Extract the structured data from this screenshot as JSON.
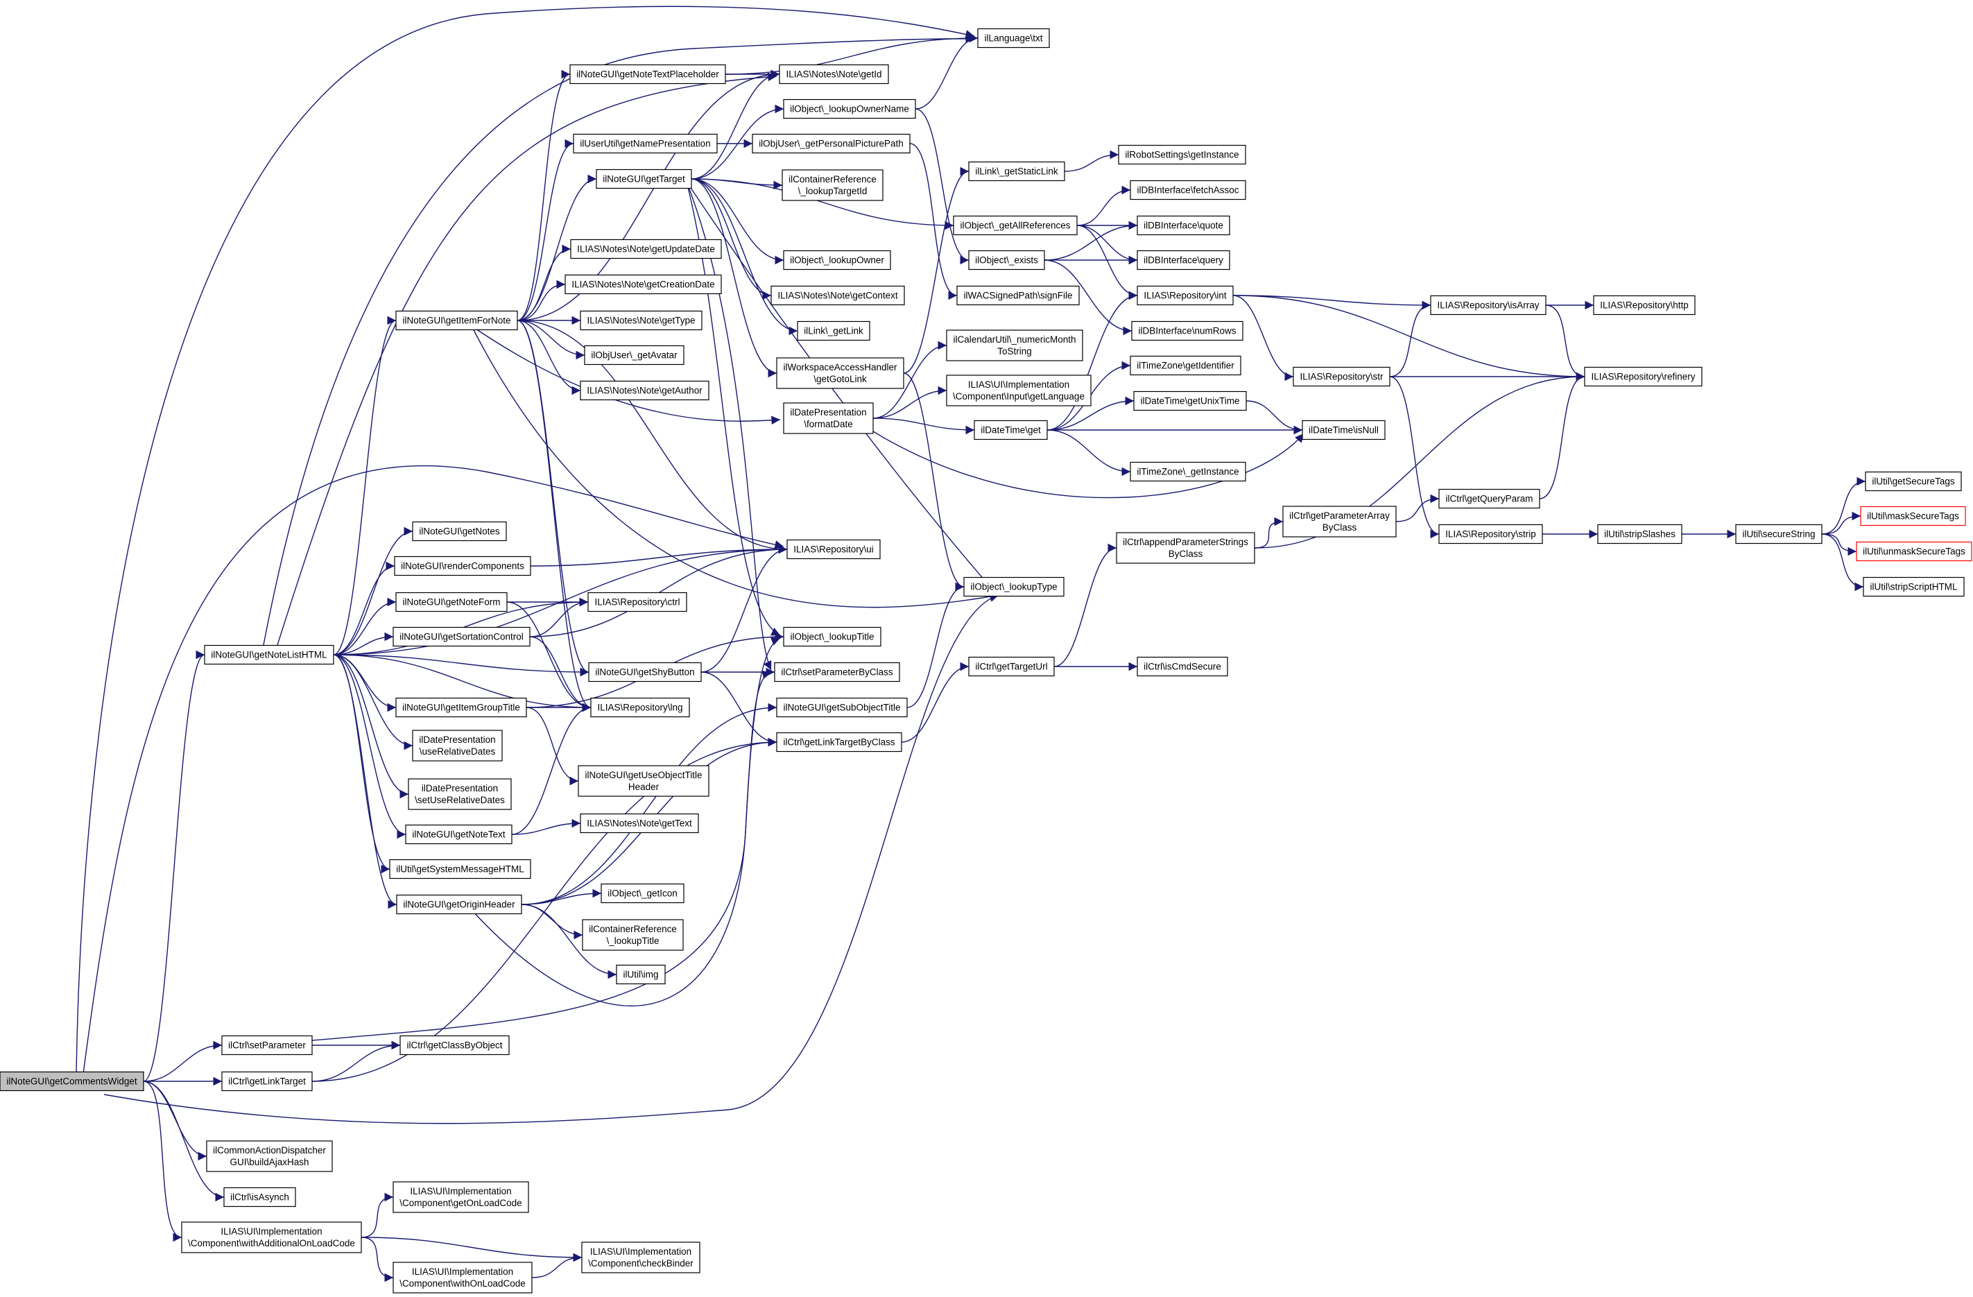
{
  "colors": {
    "edge": "#191970",
    "node_border": "#000000",
    "root_fill": "#bfbfbf",
    "truncated_border": "#ff0000",
    "background": "#ffffff"
  },
  "nodes": [
    {
      "id": "root",
      "lines": [
        "ilNoteGUI\\getCommentsWidget"
      ],
      "kind": "root"
    },
    {
      "id": "getNoteListHTML",
      "lines": [
        "ilNoteGUI\\getNoteListHTML"
      ]
    },
    {
      "id": "ctrlSetParameter",
      "lines": [
        "ilCtrl\\setParameter"
      ]
    },
    {
      "id": "ctrlGetLinkTarget",
      "lines": [
        "ilCtrl\\getLinkTarget"
      ]
    },
    {
      "id": "buildAjaxHash",
      "lines": [
        "ilCommonActionDispatcher",
        "GUI\\buildAjaxHash"
      ]
    },
    {
      "id": "isAsynch",
      "lines": [
        "ilCtrl\\isAsynch"
      ]
    },
    {
      "id": "withAdditionalOnLoadCode",
      "lines": [
        "ILIAS\\UI\\Implementation",
        "\\Component\\withAdditionalOnLoadCode"
      ]
    },
    {
      "id": "getOnLoadCode",
      "lines": [
        "ILIAS\\UI\\Implementation",
        "\\Component\\getOnLoadCode"
      ]
    },
    {
      "id": "withOnLoadCode",
      "lines": [
        "ILIAS\\UI\\Implementation",
        "\\Component\\withOnLoadCode"
      ]
    },
    {
      "id": "checkBinder",
      "lines": [
        "ILIAS\\UI\\Implementation",
        "\\Component\\checkBinder"
      ]
    },
    {
      "id": "getClassByObject",
      "lines": [
        "ilCtrl\\getClassByObject"
      ]
    },
    {
      "id": "getItemForNote",
      "lines": [
        "ilNoteGUI\\getItemForNote"
      ]
    },
    {
      "id": "getNotes",
      "lines": [
        "ilNoteGUI\\getNotes"
      ]
    },
    {
      "id": "renderComponents",
      "lines": [
        "ilNoteGUI\\renderComponents"
      ]
    },
    {
      "id": "getNoteForm",
      "lines": [
        "ilNoteGUI\\getNoteForm"
      ]
    },
    {
      "id": "getSortationControl",
      "lines": [
        "ilNoteGUI\\getSortationControl"
      ]
    },
    {
      "id": "getItemGroupTitle",
      "lines": [
        "ilNoteGUI\\getItemGroupTitle"
      ]
    },
    {
      "id": "useRelativeDates",
      "lines": [
        "ilDatePresentation",
        "\\useRelativeDates"
      ]
    },
    {
      "id": "setUseRelativeDates",
      "lines": [
        "ilDatePresentation",
        "\\setUseRelativeDates"
      ]
    },
    {
      "id": "getNoteText",
      "lines": [
        "ilNoteGUI\\getNoteText"
      ]
    },
    {
      "id": "getSystemMessageHTML",
      "lines": [
        "ilUtil\\getSystemMessageHTML"
      ]
    },
    {
      "id": "getOriginHeader",
      "lines": [
        "ilNoteGUI\\getOriginHeader"
      ]
    },
    {
      "id": "getNoteTextPlaceholder",
      "lines": [
        "ilNoteGUI\\getNoteTextPlaceholder"
      ]
    },
    {
      "id": "getNamePresentation",
      "lines": [
        "ilUserUtil\\getNamePresentation"
      ]
    },
    {
      "id": "getTarget",
      "lines": [
        "ilNoteGUI\\getTarget"
      ]
    },
    {
      "id": "noteGetUpdateDate",
      "lines": [
        "ILIAS\\Notes\\Note\\getUpdateDate"
      ]
    },
    {
      "id": "noteGetCreationDate",
      "lines": [
        "ILIAS\\Notes\\Note\\getCreationDate"
      ]
    },
    {
      "id": "noteGetType",
      "lines": [
        "ILIAS\\Notes\\Note\\getType"
      ]
    },
    {
      "id": "objUserGetAvatar",
      "lines": [
        "ilObjUser\\_getAvatar"
      ]
    },
    {
      "id": "noteGetAuthor",
      "lines": [
        "ILIAS\\Notes\\Note\\getAuthor"
      ]
    },
    {
      "id": "repoUi",
      "lines": [
        "ILIAS\\Repository\\ui"
      ]
    },
    {
      "id": "repoCtrl",
      "lines": [
        "ILIAS\\Repository\\ctrl"
      ]
    },
    {
      "id": "getShyButton",
      "lines": [
        "ilNoteGUI\\getShyButton"
      ]
    },
    {
      "id": "repoLng",
      "lines": [
        "ILIAS\\Repository\\lng"
      ]
    },
    {
      "id": "getUseObjectTitleHeader",
      "lines": [
        "ilNoteGUI\\getUseObjectTitle",
        "Header"
      ]
    },
    {
      "id": "noteGetText",
      "lines": [
        "ILIAS\\Notes\\Note\\getText"
      ]
    },
    {
      "id": "objGetIcon",
      "lines": [
        "ilObject\\_getIcon"
      ]
    },
    {
      "id": "contRefLookupTitle",
      "lines": [
        "ilContainerReference",
        "\\_lookupTitle"
      ]
    },
    {
      "id": "utilImg",
      "lines": [
        "ilUtil\\img"
      ]
    },
    {
      "id": "langTxt",
      "lines": [
        "ilLanguage\\txt"
      ]
    },
    {
      "id": "noteGetId",
      "lines": [
        "ILIAS\\Notes\\Note\\getId"
      ]
    },
    {
      "id": "lookupOwnerName",
      "lines": [
        "ilObject\\_lookupOwnerName"
      ]
    },
    {
      "id": "getPersonalPicturePath",
      "lines": [
        "ilObjUser\\_getPersonalPicturePath"
      ]
    },
    {
      "id": "contRefLookupTargetId",
      "lines": [
        "ilContainerReference",
        "\\_lookupTargetId"
      ]
    },
    {
      "id": "lookupOwner",
      "lines": [
        "ilObject\\_lookupOwner"
      ]
    },
    {
      "id": "noteGetContext",
      "lines": [
        "ILIAS\\Notes\\Note\\getContext"
      ]
    },
    {
      "id": "linkGetLink",
      "lines": [
        "ilLink\\_getLink"
      ]
    },
    {
      "id": "getGotoLink",
      "lines": [
        "ilWorkspaceAccessHandler",
        "\\getGotoLink"
      ]
    },
    {
      "id": "formatDate",
      "lines": [
        "ilDatePresentation",
        "\\formatDate"
      ]
    },
    {
      "id": "lookupTitle",
      "lines": [
        "ilObject\\_lookupTitle"
      ]
    },
    {
      "id": "setParameterByClass",
      "lines": [
        "ilCtrl\\setParameterByClass"
      ]
    },
    {
      "id": "getSubObjectTitle",
      "lines": [
        "ilNoteGUI\\getSubObjectTitle"
      ]
    },
    {
      "id": "getLinkTargetByClass",
      "lines": [
        "ilCtrl\\getLinkTargetByClass"
      ]
    },
    {
      "id": "getStaticLink",
      "lines": [
        "ilLink\\_getStaticLink"
      ]
    },
    {
      "id": "getAllReferences",
      "lines": [
        "ilObject\\_getAllReferences"
      ]
    },
    {
      "id": "objExists",
      "lines": [
        "ilObject\\_exists"
      ]
    },
    {
      "id": "signFile",
      "lines": [
        "ilWACSignedPath\\signFile"
      ]
    },
    {
      "id": "numericMonthToString",
      "lines": [
        "ilCalendarUtil\\_numericMonth",
        "ToString"
      ]
    },
    {
      "id": "inputGetLanguage",
      "lines": [
        "ILIAS\\UI\\Implementation",
        "\\Component\\Input\\getLanguage"
      ]
    },
    {
      "id": "dateTimeGet",
      "lines": [
        "ilDateTime\\get"
      ]
    },
    {
      "id": "lookupType",
      "lines": [
        "ilObject\\_lookupType"
      ]
    },
    {
      "id": "getTargetUrl",
      "lines": [
        "ilCtrl\\getTargetUrl"
      ]
    },
    {
      "id": "robotGetInstance",
      "lines": [
        "ilRobotSettings\\getInstance"
      ]
    },
    {
      "id": "dbFetchAssoc",
      "lines": [
        "ilDBInterface\\fetchAssoc"
      ]
    },
    {
      "id": "dbQuote",
      "lines": [
        "ilDBInterface\\quote"
      ]
    },
    {
      "id": "dbQuery",
      "lines": [
        "ilDBInterface\\query"
      ]
    },
    {
      "id": "repoInt",
      "lines": [
        "ILIAS\\Repository\\int"
      ]
    },
    {
      "id": "dbNumRows",
      "lines": [
        "ilDBInterface\\numRows"
      ]
    },
    {
      "id": "tzGetIdentifier",
      "lines": [
        "ilTimeZone\\getIdentifier"
      ]
    },
    {
      "id": "getUnixTime",
      "lines": [
        "ilDateTime\\getUnixTime"
      ]
    },
    {
      "id": "tzGetInstance",
      "lines": [
        "ilTimeZone\\_getInstance"
      ]
    },
    {
      "id": "dateTimeIsNull",
      "lines": [
        "ilDateTime\\isNull"
      ]
    },
    {
      "id": "appendParameterStringsByClass",
      "lines": [
        "ilCtrl\\appendParameterStrings",
        "ByClass"
      ]
    },
    {
      "id": "isCmdSecure",
      "lines": [
        "ilCtrl\\isCmdSecure"
      ]
    },
    {
      "id": "repoIsArray",
      "lines": [
        "ILIAS\\Repository\\isArray"
      ]
    },
    {
      "id": "repoStr",
      "lines": [
        "ILIAS\\Repository\\str"
      ]
    },
    {
      "id": "repoHttp",
      "lines": [
        "ILIAS\\Repository\\http"
      ]
    },
    {
      "id": "repoRefinery",
      "lines": [
        "ILIAS\\Repository\\refinery"
      ]
    },
    {
      "id": "getParameterArrayByClass",
      "lines": [
        "ilCtrl\\getParameterArray",
        "ByClass"
      ]
    },
    {
      "id": "getQueryParam",
      "lines": [
        "ilCtrl\\getQueryParam"
      ]
    },
    {
      "id": "repoStrip",
      "lines": [
        "ILIAS\\Repository\\strip"
      ]
    },
    {
      "id": "stripSlashes",
      "lines": [
        "ilUtil\\stripSlashes"
      ]
    },
    {
      "id": "secureString",
      "lines": [
        "ilUtil\\secureString"
      ]
    },
    {
      "id": "getSecureTags",
      "lines": [
        "ilUtil\\getSecureTags"
      ]
    },
    {
      "id": "maskSecureTags",
      "lines": [
        "ilUtil\\maskSecureTags"
      ],
      "kind": "truncated"
    },
    {
      "id": "unmaskSecureTags",
      "lines": [
        "ilUtil\\unmaskSecureTags"
      ],
      "kind": "truncated"
    },
    {
      "id": "stripScriptHTML",
      "lines": [
        "ilUtil\\stripScriptHTML"
      ]
    }
  ],
  "edges": [
    [
      "root",
      "getNoteListHTML"
    ],
    [
      "root",
      "ctrlSetParameter"
    ],
    [
      "root",
      "ctrlGetLinkTarget"
    ],
    [
      "root",
      "buildAjaxHash"
    ],
    [
      "root",
      "isAsynch"
    ],
    [
      "root",
      "withAdditionalOnLoadCode"
    ],
    [
      "root",
      "langTxt"
    ],
    [
      "root",
      "repoUi"
    ],
    [
      "root",
      "lookupType"
    ],
    [
      "withAdditionalOnLoadCode",
      "getOnLoadCode"
    ],
    [
      "withAdditionalOnLoadCode",
      "withOnLoadCode"
    ],
    [
      "withAdditionalOnLoadCode",
      "checkBinder"
    ],
    [
      "withOnLoadCode",
      "checkBinder"
    ],
    [
      "ctrlSetParameter",
      "getClassByObject"
    ],
    [
      "ctrlSetParameter",
      "setParameterByClass"
    ],
    [
      "ctrlGetLinkTarget",
      "getClassByObject"
    ],
    [
      "ctrlGetLinkTarget",
      "getLinkTargetByClass"
    ],
    [
      "getNoteListHTML",
      "getItemForNote"
    ],
    [
      "getNoteListHTML",
      "getNotes"
    ],
    [
      "getNoteListHTML",
      "renderComponents"
    ],
    [
      "getNoteListHTML",
      "getNoteForm"
    ],
    [
      "getNoteListHTML",
      "getSortationControl"
    ],
    [
      "getNoteListHTML",
      "getItemGroupTitle"
    ],
    [
      "getNoteListHTML",
      "useRelativeDates"
    ],
    [
      "getNoteListHTML",
      "setUseRelativeDates"
    ],
    [
      "getNoteListHTML",
      "getNoteText"
    ],
    [
      "getNoteListHTML",
      "getSystemMessageHTML"
    ],
    [
      "getNoteListHTML",
      "getOriginHeader"
    ],
    [
      "getNoteListHTML",
      "repoUi"
    ],
    [
      "getNoteListHTML",
      "repoCtrl"
    ],
    [
      "getNoteListHTML",
      "repoLng"
    ],
    [
      "getNoteListHTML",
      "getShyButton"
    ],
    [
      "getNoteListHTML",
      "noteGetId"
    ],
    [
      "getNoteListHTML",
      "langTxt"
    ],
    [
      "getItemForNote",
      "getNoteTextPlaceholder"
    ],
    [
      "getItemForNote",
      "getNamePresentation"
    ],
    [
      "getItemForNote",
      "getTarget"
    ],
    [
      "getItemForNote",
      "noteGetUpdateDate"
    ],
    [
      "getItemForNote",
      "noteGetCreationDate"
    ],
    [
      "getItemForNote",
      "noteGetType"
    ],
    [
      "getItemForNote",
      "objUserGetAvatar"
    ],
    [
      "getItemForNote",
      "noteGetAuthor"
    ],
    [
      "getItemForNote",
      "repoUi"
    ],
    [
      "getItemForNote",
      "getShyButton"
    ],
    [
      "getItemForNote",
      "repoLng"
    ],
    [
      "getItemForNote",
      "noteGetId"
    ],
    [
      "getItemForNote",
      "formatDate"
    ],
    [
      "getItemForNote",
      "lookupType"
    ],
    [
      "renderComponents",
      "repoUi"
    ],
    [
      "getNoteForm",
      "repoCtrl"
    ],
    [
      "getNoteForm",
      "repoLng"
    ],
    [
      "getSortationControl",
      "repoUi"
    ],
    [
      "getSortationControl",
      "repoLng"
    ],
    [
      "getSortationControl",
      "repoCtrl"
    ],
    [
      "getItemGroupTitle",
      "repoLng"
    ],
    [
      "getItemGroupTitle",
      "getUseObjectTitleHeader"
    ],
    [
      "getItemGroupTitle",
      "lookupTitle"
    ],
    [
      "getNoteText",
      "noteGetText"
    ],
    [
      "getNoteText",
      "repoLng"
    ],
    [
      "getOriginHeader",
      "objGetIcon"
    ],
    [
      "getOriginHeader",
      "contRefLookupTitle"
    ],
    [
      "getOriginHeader",
      "utilImg"
    ],
    [
      "getOriginHeader",
      "getSubObjectTitle"
    ],
    [
      "getOriginHeader",
      "lookupTitle"
    ],
    [
      "getOriginHeader",
      "getLinkTargetByClass"
    ],
    [
      "getNoteTextPlaceholder",
      "noteGetId"
    ],
    [
      "getNoteTextPlaceholder",
      "langTxt"
    ],
    [
      "getNamePresentation",
      "getPersonalPicturePath"
    ],
    [
      "getTarget",
      "lookupOwnerName"
    ],
    [
      "getTarget",
      "contRefLookupTargetId"
    ],
    [
      "getTarget",
      "lookupOwner"
    ],
    [
      "getTarget",
      "noteGetContext"
    ],
    [
      "getTarget",
      "linkGetLink"
    ],
    [
      "getTarget",
      "getGotoLink"
    ],
    [
      "getTarget",
      "getAllReferences"
    ],
    [
      "getTarget",
      "lookupTitle"
    ],
    [
      "getTarget",
      "noteGetId"
    ],
    [
      "getTarget",
      "lookupType"
    ],
    [
      "getTarget",
      "setParameterByClass"
    ],
    [
      "getShyButton",
      "repoUi"
    ],
    [
      "getShyButton",
      "setParameterByClass"
    ],
    [
      "getShyButton",
      "getLinkTargetByClass"
    ],
    [
      "lookupOwnerName",
      "langTxt"
    ],
    [
      "lookupOwnerName",
      "objExists"
    ],
    [
      "getPersonalPicturePath",
      "signFile"
    ],
    [
      "getGotoLink",
      "getStaticLink"
    ],
    [
      "getGotoLink",
      "lookupType"
    ],
    [
      "formatDate",
      "numericMonthToString"
    ],
    [
      "formatDate",
      "inputGetLanguage"
    ],
    [
      "formatDate",
      "dateTimeGet"
    ],
    [
      "formatDate",
      "dateTimeIsNull"
    ],
    [
      "getSubObjectTitle",
      "lookupType"
    ],
    [
      "getLinkTargetByClass",
      "getTargetUrl"
    ],
    [
      "getStaticLink",
      "robotGetInstance"
    ],
    [
      "getAllReferences",
      "dbFetchAssoc"
    ],
    [
      "getAllReferences",
      "dbQuote"
    ],
    [
      "getAllReferences",
      "dbQuery"
    ],
    [
      "getAllReferences",
      "repoInt"
    ],
    [
      "objExists",
      "dbQuote"
    ],
    [
      "objExists",
      "dbQuery"
    ],
    [
      "objExists",
      "dbNumRows"
    ],
    [
      "dateTimeGet",
      "repoInt"
    ],
    [
      "dateTimeGet",
      "tzGetIdentifier"
    ],
    [
      "dateTimeGet",
      "getUnixTime"
    ],
    [
      "dateTimeGet",
      "tzGetInstance"
    ],
    [
      "dateTimeGet",
      "dateTimeIsNull"
    ],
    [
      "getUnixTime",
      "dateTimeIsNull"
    ],
    [
      "getTargetUrl",
      "appendParameterStringsByClass"
    ],
    [
      "getTargetUrl",
      "isCmdSecure"
    ],
    [
      "repoInt",
      "repoIsArray"
    ],
    [
      "repoInt",
      "repoStr"
    ],
    [
      "repoInt",
      "repoRefinery"
    ],
    [
      "repoIsArray",
      "repoHttp"
    ],
    [
      "repoIsArray",
      "repoRefinery"
    ],
    [
      "repoStr",
      "repoIsArray"
    ],
    [
      "repoStr",
      "repoRefinery"
    ],
    [
      "repoStr",
      "repoStrip"
    ],
    [
      "appendParameterStringsByClass",
      "getParameterArrayByClass"
    ],
    [
      "appendParameterStringsByClass",
      "repoRefinery"
    ],
    [
      "getParameterArrayByClass",
      "getQueryParam"
    ],
    [
      "getQueryParam",
      "repoRefinery"
    ],
    [
      "repoStrip",
      "stripSlashes"
    ],
    [
      "stripSlashes",
      "secureString"
    ],
    [
      "secureString",
      "getSecureTags"
    ],
    [
      "secureString",
      "maskSecureTags"
    ],
    [
      "secureString",
      "unmaskSecureTags"
    ],
    [
      "secureString",
      "stripScriptHTML"
    ]
  ]
}
